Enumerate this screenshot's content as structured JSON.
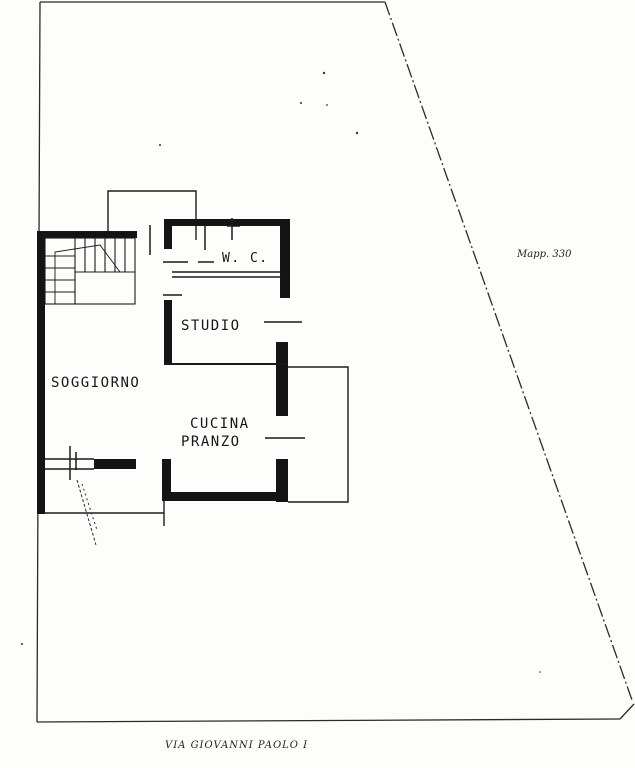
{
  "plot": {
    "parcel_label": "Mapp. 330",
    "street_label": "VIA GIOVANNI PAOLO I"
  },
  "rooms": {
    "wc": "W. C.",
    "studio": "STUDIO",
    "soggiorno": "SOGGIORNO",
    "cucina": "CUCINA",
    "pranzo": "PRANZO"
  },
  "colors": {
    "ink": "#161616",
    "paper": "#fdfdfc"
  }
}
